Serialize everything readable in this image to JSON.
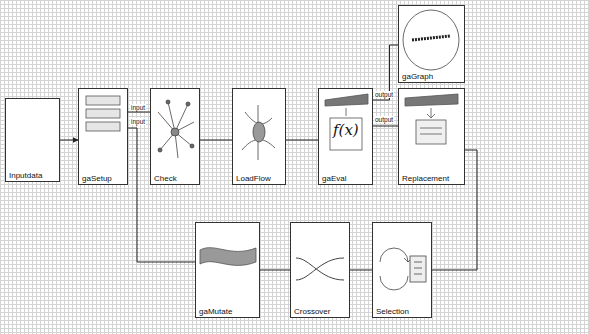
{
  "diagram": {
    "nodes": [
      {
        "text": [
          "Inputdata"
        ]
      },
      {
        "text": [
          "gaSetup"
        ]
      },
      {
        "text": [
          "Check"
        ]
      },
      {
        "text": [
          "LoadFlow"
        ]
      },
      {
        "text": [
          "gaEval"
        ]
      },
      {
        "text": [
          "gaGraph"
        ]
      },
      {
        "text": [
          "Replacement"
        ]
      },
      {
        "text": [
          "gaMutate"
        ]
      },
      {
        "text": [
          "Crossover"
        ]
      },
      {
        "text": [
          "Selection"
        ]
      }
    ],
    "edges": [
      {
        "from": 0,
        "to": 1,
        "arrow": "to"
      },
      {
        "from": 1,
        "to": 2,
        "arrow": "none"
      },
      {
        "from": 2,
        "to": 3,
        "arrow": "none"
      },
      {
        "from": 3,
        "to": 4,
        "arrow": "none"
      },
      {
        "from": 4,
        "to": 5,
        "arrow": "none"
      },
      {
        "from": 4,
        "to": 6,
        "arrow": "none"
      },
      {
        "from": 1,
        "to": 7,
        "arrow": "none"
      },
      {
        "from": 7,
        "to": 8,
        "arrow": "none"
      },
      {
        "from": 8,
        "to": 9,
        "arrow": "none"
      },
      {
        "from": 9,
        "to": 6,
        "arrow": "none"
      }
    ],
    "labels": [
      "input",
      "input",
      "output",
      "output",
      "f(x)"
    ]
  }
}
